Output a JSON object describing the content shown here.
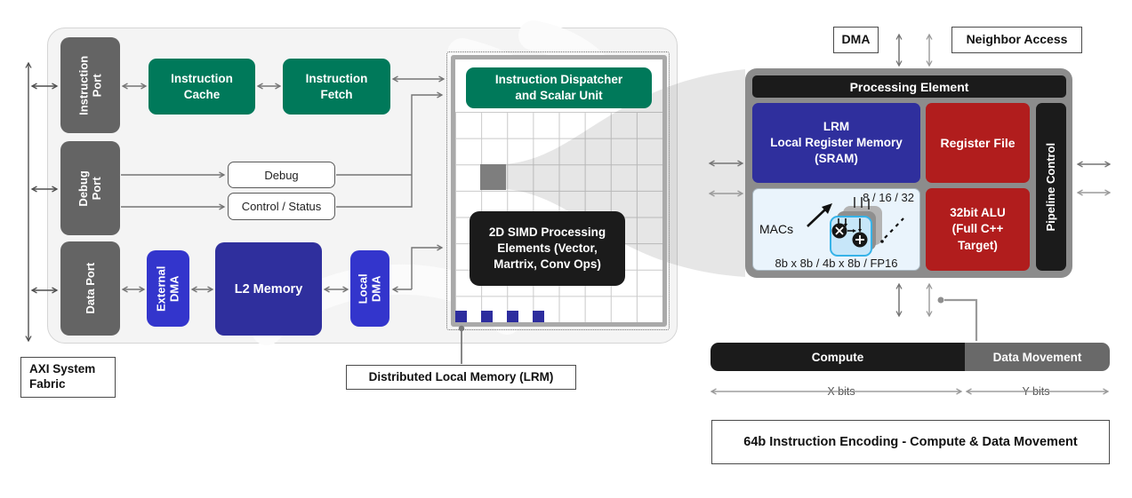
{
  "left": {
    "port_instruction": "Instruction\nPort",
    "port_debug": "Debug Port",
    "port_data": "Data Port",
    "cache": "Instruction\nCache",
    "fetch": "Instruction\nFetch",
    "debug": "Debug",
    "control_status": "Control / Status",
    "ext_dma": "External\nDMA",
    "l2": "L2 Memory",
    "local_dma": "Local\nDMA",
    "axi": "AXI System\nFabric",
    "dispatcher": "Instruction Dispatcher\nand Scalar Unit",
    "simd": "2D SIMD Processing\nElements (Vector,\nMartrix, Conv Ops)",
    "lrm_label": "Distributed Local Memory (LRM)"
  },
  "right": {
    "dma": "DMA",
    "neighbor": "Neighbor Access",
    "pe_title": "Processing Element",
    "lrm": "LRM\nLocal Register Memory\n(SRAM)",
    "register_file": "Register File",
    "pipeline": "Pipeline Control",
    "macs_label": "MACs",
    "mac_widths": "8 / 16 / 32",
    "mac_formats": "8b x 8b / 4b x 8b / FP16",
    "alu": "32bit ALU\n(Full C++\nTarget)",
    "compute": "Compute",
    "data_movement": "Data Movement",
    "x_bits": "X bits",
    "y_bits": "Y bits",
    "encoding": "64b Instruction Encoding - Compute & Data Movement"
  },
  "colors": {
    "green": "#00795a",
    "bright_blue": "#3335cc",
    "dark_blue": "#2f2f9d",
    "red": "#b11d1d",
    "black_box": "#1b1b1b",
    "port_gray": "#646464",
    "pe_frame_gray": "#8c8c8c",
    "data_movement_gray": "#696969",
    "macs_bg": "#eaf4fc",
    "mac_icon_border": "#36b3e8",
    "grid_line": "#c9c9c9"
  }
}
